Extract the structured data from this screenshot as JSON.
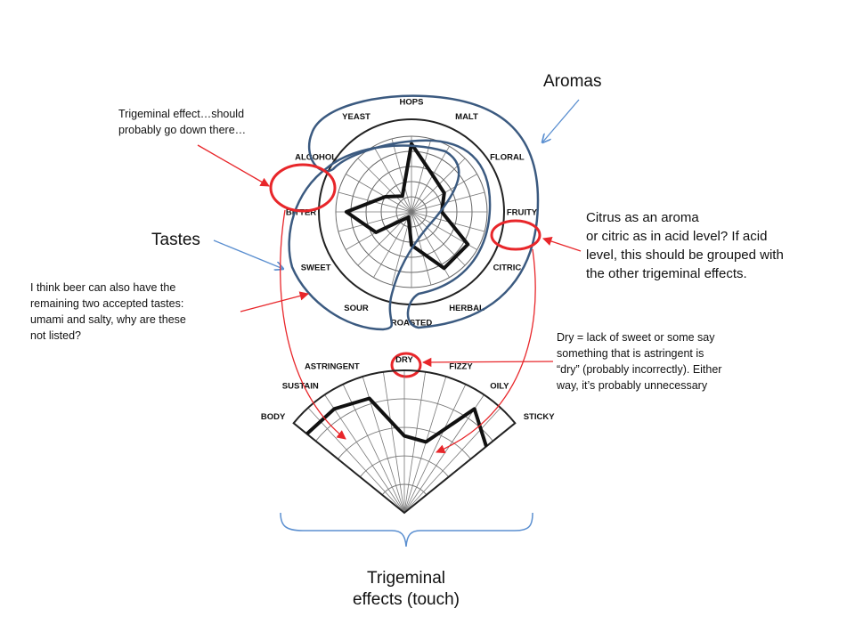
{
  "titles": {
    "aromas": "Aromas",
    "tastes": "Tastes",
    "trigeminal_line1": "Trigeminal",
    "trigeminal_line2": "effects (touch)"
  },
  "notes": {
    "trigeminal_alcohol": [
      "Trigeminal effect…should",
      "probably go down there…"
    ],
    "citrus": [
      "Citrus as an aroma",
      "or citric as in acid level? If acid",
      "level, this should be grouped with",
      "the other trigeminal effects."
    ],
    "tastes_missing": [
      "I think beer can also have the",
      "remaining two accepted tastes:",
      "umami and salty, why are these",
      "not listed?"
    ],
    "dry": [
      "Dry = lack of sweet or some say",
      "something that is astringent is",
      "“dry” (probably incorrectly). Either",
      "way, it’s probably unnecessary"
    ]
  },
  "chart_data": [
    {
      "type": "radar",
      "title": "Beer flavor wheel",
      "axes": [
        "HOPS",
        "MALT",
        "FLORAL",
        "FRUITY",
        "CITRIC",
        "HERBAL",
        "ROASTED",
        "SOUR",
        "SWEET",
        "BITTER",
        "ALCOHOL",
        "YEAST"
      ],
      "rings": 5,
      "values": [
        4.5,
        2.8,
        2.5,
        2.0,
        4.3,
        4.3,
        2.2,
        0.4,
        2.7,
        4.3,
        2.0,
        1.2
      ],
      "groups": [
        {
          "name": "Aromas",
          "axes": [
            "HOPS",
            "MALT",
            "FLORAL",
            "FRUITY",
            "CITRIC",
            "HERBAL",
            "ROASTED",
            "YEAST"
          ]
        },
        {
          "name": "Tastes",
          "axes": [
            "BITTER",
            "SWEET",
            "SOUR"
          ]
        }
      ],
      "highlighted": [
        "ALCOHOL",
        "CITRIC"
      ]
    },
    {
      "type": "radar-sector",
      "title": "Mouthfeel fan",
      "axes": [
        "BODY",
        "SUSTAIN",
        "ASTRINGENT",
        "DRY",
        "FIZZY",
        "OILY",
        "STICKY"
      ],
      "rings": 5,
      "values": [
        4.4,
        4.4,
        4.2,
        2.7,
        2.6,
        4.4,
        3.7
      ],
      "highlighted": [
        "DRY"
      ]
    }
  ],
  "colors": {
    "annotation_red": "#e8262a",
    "arrow_blue": "#5b8fd0",
    "group_outline": "#3b5a80",
    "ink": "#111111",
    "grid": "#555555"
  }
}
